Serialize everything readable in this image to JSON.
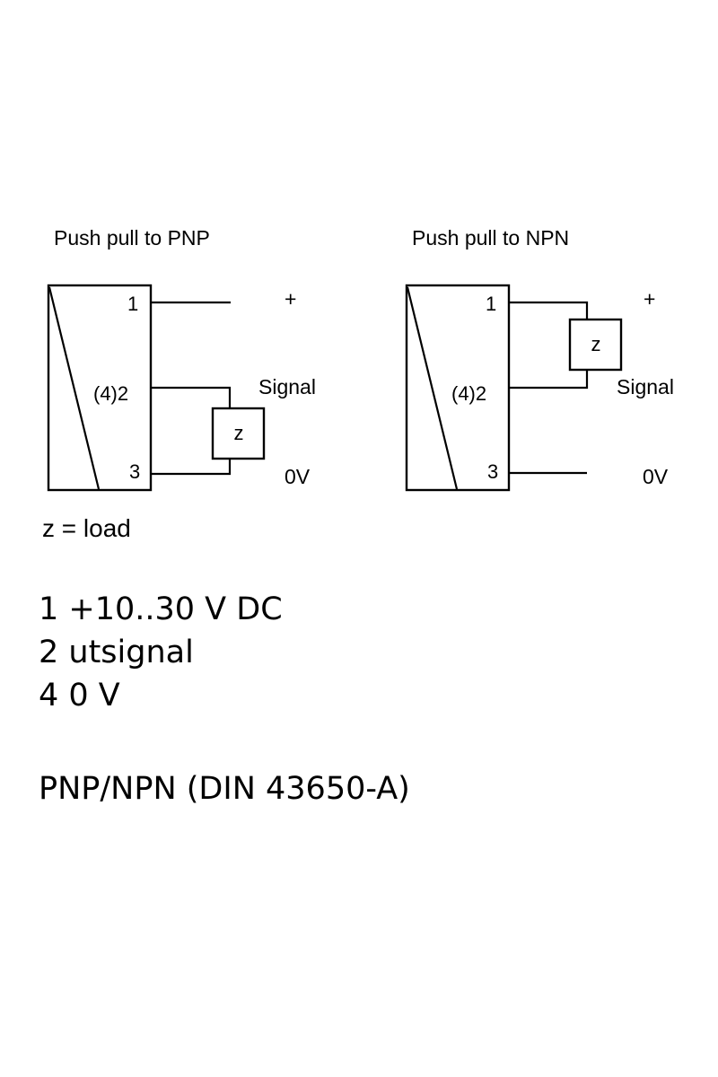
{
  "diagrams": {
    "pnp": {
      "title": "Push pull to PNP",
      "pin1": "1",
      "pin2": "(4)2",
      "pin3": "3",
      "load": "z",
      "plus": "+",
      "signal": "Signal",
      "zero": "0V"
    },
    "npn": {
      "title": "Push pull to NPN",
      "pin1": "1",
      "pin2": "(4)2",
      "pin3": "3",
      "load": "z",
      "plus": "+",
      "signal": "Signal",
      "zero": "0V"
    },
    "load_note": "z = load"
  },
  "legend": [
    "1 +10..30 V DC",
    "2 utsignal",
    "4 0 V"
  ],
  "standard": "PNP/NPN (DIN 43650-A)"
}
